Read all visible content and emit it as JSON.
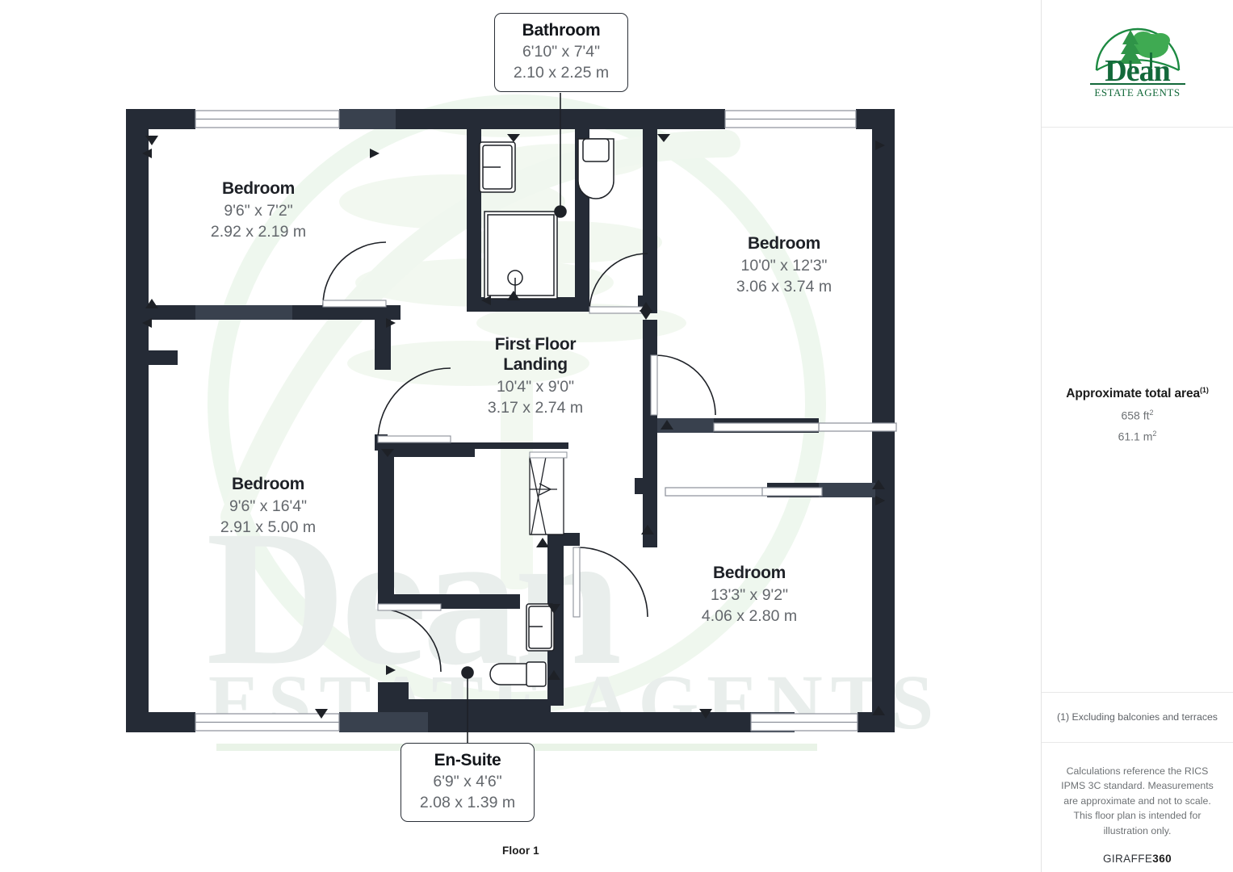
{
  "floorplan": {
    "floor_caption": "Floor 1",
    "rooms": [
      {
        "id": "bathroom",
        "name": "Bathroom",
        "imperial": "6'10\" x 7'4\"",
        "metric": "2.10 x 2.25 m",
        "style": "callout"
      },
      {
        "id": "bedroom-1",
        "name": "Bedroom",
        "imperial": "9'6\" x 7'2\"",
        "metric": "2.92 x 2.19 m",
        "style": "plain"
      },
      {
        "id": "bedroom-2",
        "name": "Bedroom",
        "imperial": "10'0\" x 12'3\"",
        "metric": "3.06 x 3.74 m",
        "style": "plain"
      },
      {
        "id": "landing",
        "name": "First Floor\nLanding",
        "name_line1": "First Floor",
        "name_line2": "Landing",
        "imperial": "10'4\" x 9'0\"",
        "metric": "3.17 x 2.74 m",
        "style": "plain"
      },
      {
        "id": "bedroom-3",
        "name": "Bedroom",
        "imperial": "9'6\" x 16'4\"",
        "metric": "2.91 x 5.00 m",
        "style": "plain"
      },
      {
        "id": "bedroom-4",
        "name": "Bedroom",
        "imperial": "13'3\" x 9'2\"",
        "metric": "4.06 x 2.80 m",
        "style": "plain"
      },
      {
        "id": "en-suite",
        "name": "En-Suite",
        "imperial": "6'9\" x 4'6\"",
        "metric": "2.08 x 1.39 m",
        "style": "callout"
      }
    ],
    "watermark": {
      "line1": "Dean",
      "line2": "ESTATE AGENTS"
    },
    "colors": {
      "wall": "#252b36",
      "wall_light": "#39414e",
      "text": "#1e2127",
      "dim_text": "#63676c",
      "brand_green": "#13693a"
    }
  },
  "sidebar": {
    "logo": {
      "name": "Dean",
      "subtitle": "ESTATE AGENTS",
      "icon": "tree-logo-icon"
    },
    "area": {
      "title": "Approximate total area",
      "title_sup": "(1)",
      "sqft_value": "658 ft",
      "sqft_sup": "2",
      "sqm_value": "61.1 m",
      "sqm_sup": "2"
    },
    "footnote": "(1) Excluding balconies and terraces",
    "legal": "Calculations reference the RICS IPMS 3C standard. Measurements are approximate and not to scale. This floor plan is intended for illustration only.",
    "brand_prefix": "GIRAFFE",
    "brand_suffix": "360"
  }
}
